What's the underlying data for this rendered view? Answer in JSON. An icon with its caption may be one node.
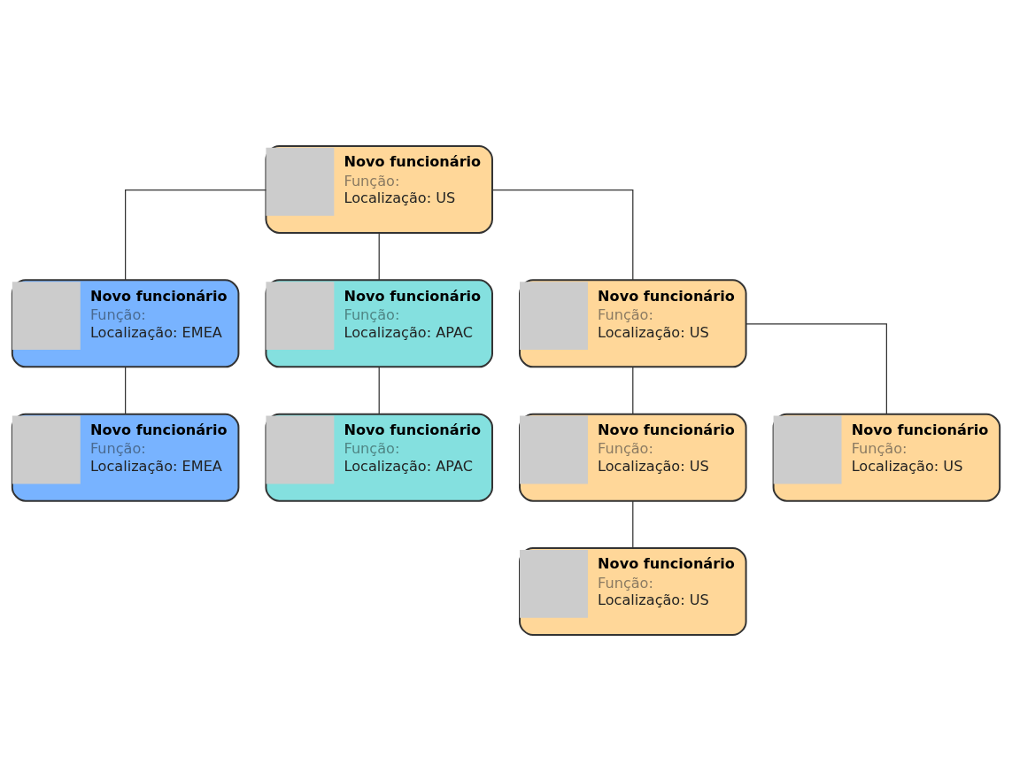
{
  "diagram": {
    "nodes": [
      {
        "text": [
          "Novo funcionário",
          "Função:",
          "Localização: US"
        ]
      },
      {
        "text": [
          "Novo funcionário",
          "Função:",
          "Localização: EMEA"
        ]
      },
      {
        "text": [
          "Novo funcionário",
          "Função:",
          "Localização: APAC"
        ]
      },
      {
        "text": [
          "Novo funcionário",
          "Função:",
          "Localização: US"
        ]
      },
      {
        "text": [
          "Novo funcionário",
          "Função:",
          "Localização: EMEA"
        ]
      },
      {
        "text": [
          "Novo funcionário",
          "Função:",
          "Localização: APAC"
        ]
      },
      {
        "text": [
          "Novo funcionário",
          "Função:",
          "Localização: US"
        ]
      },
      {
        "text": [
          "Novo funcionário",
          "Função:",
          "Localização: US"
        ]
      },
      {
        "text": [
          "Novo funcionário",
          "Função:",
          "Localização: US"
        ]
      }
    ],
    "edges": [
      {
        "from": 0,
        "to": 1,
        "arrow": "none"
      },
      {
        "from": 0,
        "to": 2,
        "arrow": "none"
      },
      {
        "from": 0,
        "to": 3,
        "arrow": "none"
      },
      {
        "from": 1,
        "to": 4,
        "arrow": "none"
      },
      {
        "from": 2,
        "to": 5,
        "arrow": "none"
      },
      {
        "from": 3,
        "to": 6,
        "arrow": "none"
      },
      {
        "from": 3,
        "to": 7,
        "arrow": "none"
      },
      {
        "from": 6,
        "to": 8,
        "arrow": "none"
      }
    ]
  }
}
